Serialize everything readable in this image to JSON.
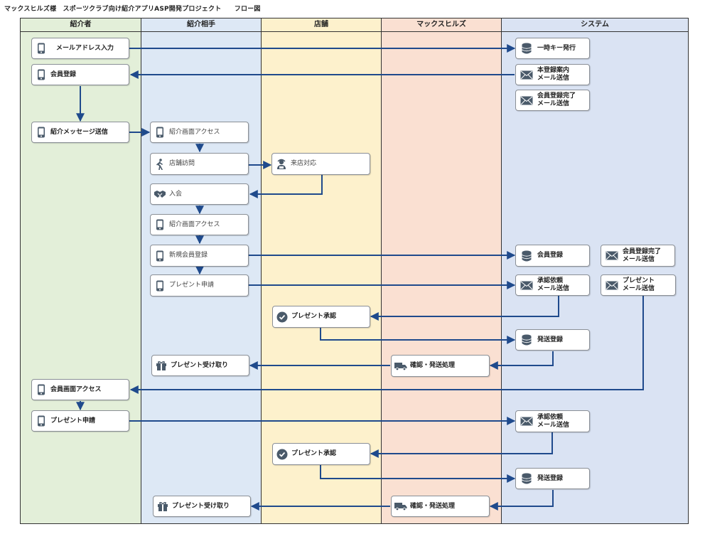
{
  "title": "マックスヒルズ様　スポーツクラブ向け紹介アプリASP開発プロジェクト　　フロー図",
  "colors": {
    "line": "#1f4a8c",
    "icon": "#4a5a6a",
    "lane_referrer": "#e3efd9",
    "lane_referee": "#dde8f5",
    "lane_store": "#fdf1cc",
    "lane_maxhills": "#fae0d2",
    "lane_system": "#dae3f3"
  },
  "lanes": [
    {
      "id": "referrer",
      "label": "紹介者"
    },
    {
      "id": "referee",
      "label": "紹介相手"
    },
    {
      "id": "store",
      "label": "店舗"
    },
    {
      "id": "maxhills",
      "label": "マックスヒルズ"
    },
    {
      "id": "system",
      "label": "システム"
    }
  ],
  "nodes": [
    {
      "id": "r1",
      "icon": "phone-icon",
      "label": "メールアドレス入力"
    },
    {
      "id": "r2",
      "icon": "phone-icon",
      "label": "会員登録"
    },
    {
      "id": "r3",
      "icon": "phone-icon",
      "label": "紹介メッセージ送信"
    },
    {
      "id": "r4",
      "icon": "phone-icon",
      "label": "会員画面アクセス"
    },
    {
      "id": "r5",
      "icon": "phone-icon",
      "label": "プレゼント申請"
    },
    {
      "id": "e1",
      "icon": "phone-icon",
      "label": "紹介画面アクセス"
    },
    {
      "id": "e2",
      "icon": "walk-icon",
      "label": "店舗訪問"
    },
    {
      "id": "e3",
      "icon": "handshake-icon",
      "label": "入会"
    },
    {
      "id": "e4",
      "icon": "phone-icon",
      "label": "紹介画面アクセス"
    },
    {
      "id": "e5",
      "icon": "phone-icon",
      "label": "新規会員登録"
    },
    {
      "id": "e6",
      "icon": "phone-icon",
      "label": "プレゼント申請"
    },
    {
      "id": "e7",
      "icon": "gift-icon",
      "label": "プレゼント受け取り"
    },
    {
      "id": "e8",
      "icon": "gift-icon",
      "label": "プレゼント受け取り"
    },
    {
      "id": "s1",
      "icon": "staff-icon",
      "label": "来店対応"
    },
    {
      "id": "s2",
      "icon": "check-icon",
      "label": "プレゼント承認"
    },
    {
      "id": "s3",
      "icon": "check-icon",
      "label": "プレゼント承認"
    },
    {
      "id": "m1",
      "icon": "truck-icon",
      "label": "確認・発送処理"
    },
    {
      "id": "m2",
      "icon": "truck-icon",
      "label": "確認・発送処理"
    },
    {
      "id": "y1",
      "icon": "database-icon",
      "label": "一時キー発行"
    },
    {
      "id": "y2",
      "icon": "mail-icon",
      "label": "本登録案内\nメール送信"
    },
    {
      "id": "y3",
      "icon": "mail-icon",
      "label": "会員登録完了\nメール送信"
    },
    {
      "id": "y4",
      "icon": "database-icon",
      "label": "会員登録"
    },
    {
      "id": "y5",
      "icon": "mail-icon",
      "label": "会員登録完了\nメール送信"
    },
    {
      "id": "y6",
      "icon": "mail-icon",
      "label": "承認依頼\nメール送信"
    },
    {
      "id": "y7",
      "icon": "mail-icon",
      "label": "プレゼント\nメール送信"
    },
    {
      "id": "y8",
      "icon": "database-icon",
      "label": "発送登録"
    },
    {
      "id": "y9",
      "icon": "mail-icon",
      "label": "承認依頼\nメール送信"
    },
    {
      "id": "y10",
      "icon": "database-icon",
      "label": "発送登録"
    }
  ]
}
